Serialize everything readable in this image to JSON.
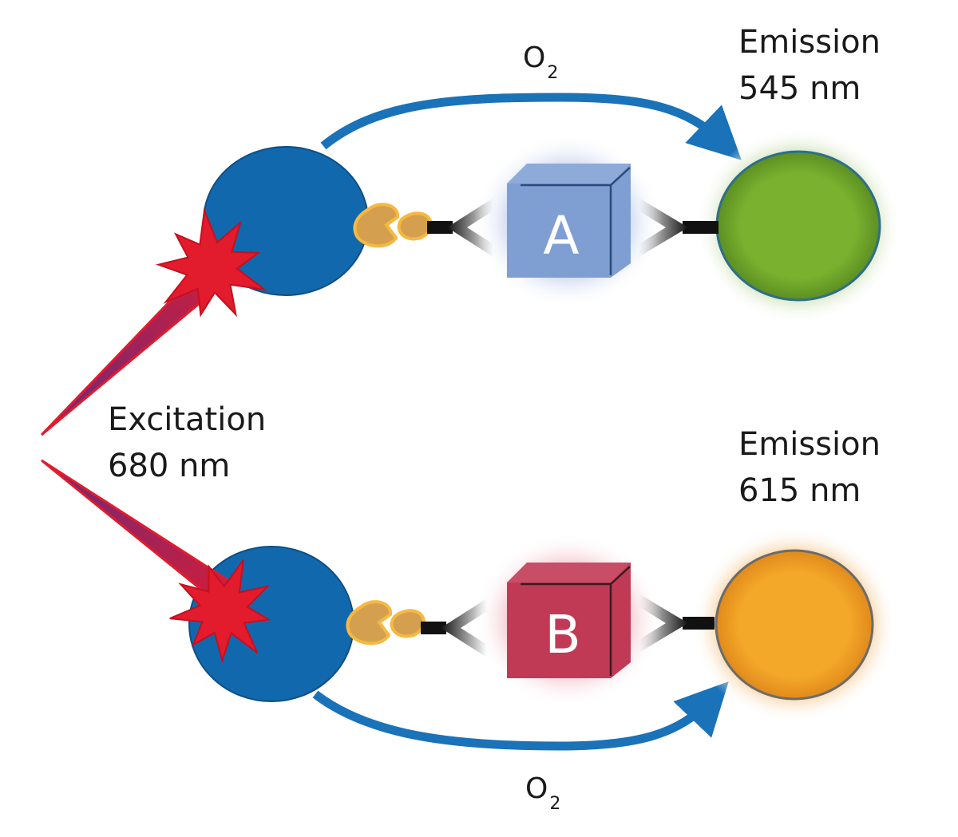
{
  "excitation": {
    "line1": "Excitation",
    "line2": "680 nm"
  },
  "emission_top": {
    "line1": "Emission",
    "line2": "545 nm"
  },
  "emission_bottom": {
    "line1": "Emission",
    "line2": "615 nm"
  },
  "oxygen_top": {
    "base": "O",
    "sub": "2"
  },
  "oxygen_bottom": {
    "base": "O",
    "sub": "2"
  },
  "analyte_top": {
    "letter": "A",
    "color": "#7f9fd3"
  },
  "analyte_bottom": {
    "letter": "B",
    "color": "#c13a55"
  },
  "colors": {
    "donor_bead": "#1268ad",
    "acceptor_top": "#7ab22f",
    "acceptor_bottom": "#f4a829",
    "arrow": "#1a72b8",
    "laser": "#e21b2d",
    "linker": "#d4a050"
  }
}
